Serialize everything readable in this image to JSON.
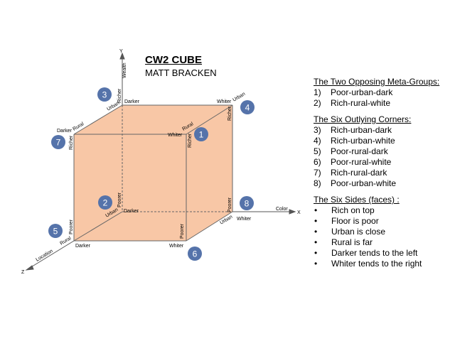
{
  "title": "CW2 CUBE",
  "author": "MATT BRACKEN",
  "axes": {
    "y": "Y",
    "y_name": "Wealth",
    "x": "X",
    "x_name": "Color",
    "z": "Z",
    "z_name": "Location"
  },
  "edge_labels": {
    "back_top_left_urban": "Urban",
    "back_top_left_darker": "Darker",
    "back_top_left_richer": "Richer",
    "back_top_right_whiter": "Whiter",
    "back_top_right_urban": "Urban",
    "back_top_right_richer": "Richer",
    "front_top_left_darker": "Darker",
    "front_top_left_rural": "Rural",
    "front_top_left_richer": "Richer",
    "front_top_right_whiter": "Whiter",
    "front_top_right_rural": "Rural",
    "front_top_right_richer": "Richer",
    "back_bottom_left_poorer": "Poorer",
    "back_bottom_left_urban": "Urban",
    "back_bottom_left_darker": "Darker",
    "back_bottom_right_poorer": "Poorer",
    "back_bottom_right_urban": "Urban",
    "back_bottom_right_whiter": "Whiter",
    "front_bottom_left_poorer": "Poorer",
    "front_bottom_left_rural": "Rural",
    "front_bottom_left_darker": "Darker",
    "front_bottom_right_poorer": "Poorer",
    "front_bottom_right_whiter": "Whiter"
  },
  "corners": [
    "1",
    "2",
    "3",
    "4",
    "5",
    "6",
    "7",
    "8"
  ],
  "legend": {
    "meta_heading": "The Two Opposing Meta-Groups:",
    "meta_items": [
      {
        "num": "1)",
        "text": "Poor-urban-dark"
      },
      {
        "num": "2)",
        "text": "Rich-rural-white"
      }
    ],
    "corners_heading": "The Six Outlying Corners:",
    "corner_items": [
      {
        "num": "3)",
        "text": "Rich-urban-dark"
      },
      {
        "num": "4)",
        "text": "Rich-urban-white"
      },
      {
        "num": "5)",
        "text": "Poor-rural-dark"
      },
      {
        "num": "6)",
        "text": "Poor-rural-white"
      },
      {
        "num": "7)",
        "text": "Rich-rural-dark"
      },
      {
        "num": "8)",
        "text": "Poor-urban-white"
      }
    ],
    "sides_heading": "The Six Sides (faces) :",
    "bullet": "•",
    "side_items": [
      "Rich on top",
      "Floor is poor",
      "Urban is close",
      "Rural is far",
      "Darker tends to the left",
      "Whiter tends to the right"
    ]
  },
  "colors": {
    "face": "#f8c7a6",
    "circle": "#5573aa",
    "edge": "#666666"
  }
}
